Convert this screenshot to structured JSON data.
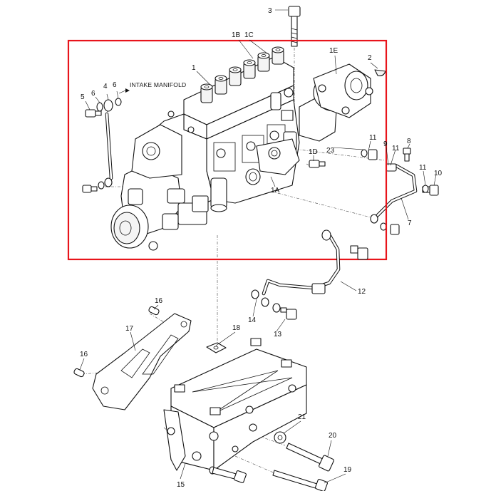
{
  "diagram": {
    "heading_label": "INTAKE MANIFOLD",
    "highlight_color": "#e8141b",
    "line_color": "#111111",
    "callouts": {
      "c1": "1",
      "c1A": "1A",
      "c1B": "1B",
      "c1C": "1C",
      "c1D": "1D",
      "c1E": "1E",
      "c2": "2",
      "c3": "3",
      "c4": "4",
      "c5": "5",
      "c6a": "6",
      "c6b": "6",
      "c7": "7",
      "c8": "8",
      "c9": "9",
      "c10": "10",
      "c11a": "11",
      "c11b": "11",
      "c11c": "11",
      "c12": "12",
      "c13": "13",
      "c14": "14",
      "c15": "15",
      "c16a": "16",
      "c16b": "16",
      "c17": "17",
      "c18": "18",
      "c19": "19",
      "c20": "20",
      "c21": "21",
      "c23": "23"
    }
  }
}
